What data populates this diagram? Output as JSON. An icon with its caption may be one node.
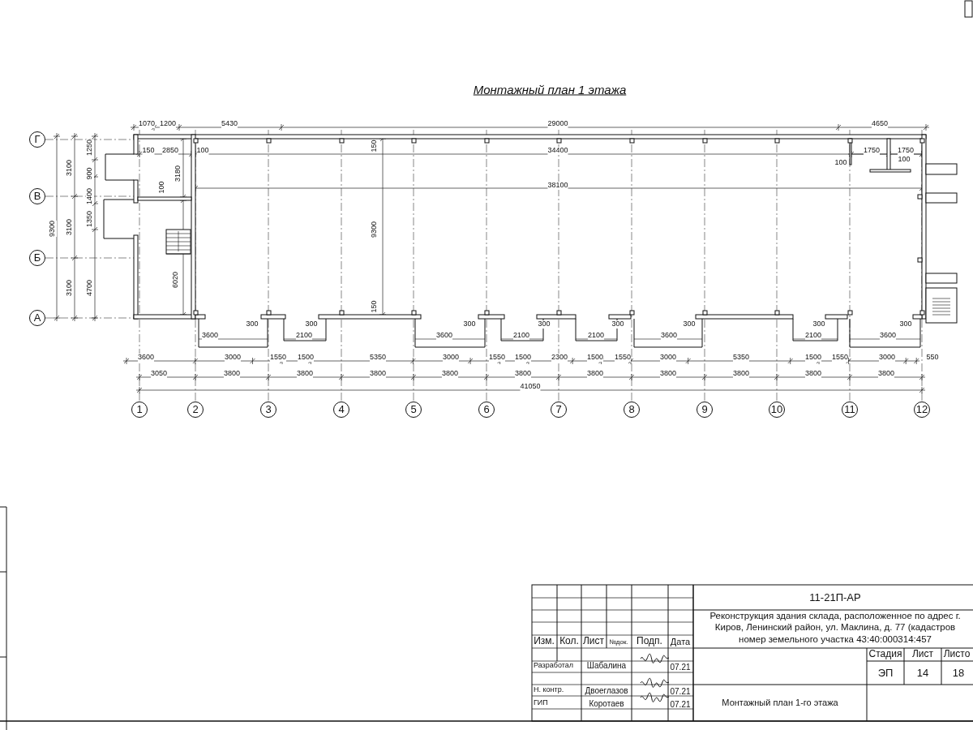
{
  "diagram": {
    "title": "Монтажный план 1 этажа",
    "nodes": [
      {
        "text": [
          "Г"
        ]
      },
      {
        "text": [
          "В"
        ]
      },
      {
        "text": [
          "Б"
        ]
      },
      {
        "text": [
          "А"
        ]
      },
      {
        "text": [
          "1"
        ]
      },
      {
        "text": [
          "2"
        ]
      },
      {
        "text": [
          "3"
        ]
      },
      {
        "text": [
          "4"
        ]
      },
      {
        "text": [
          "5"
        ]
      },
      {
        "text": [
          "6"
        ]
      },
      {
        "text": [
          "7"
        ]
      },
      {
        "text": [
          "8"
        ]
      },
      {
        "text": [
          "9"
        ]
      },
      {
        "text": [
          "10"
        ]
      },
      {
        "text": [
          "11"
        ]
      },
      {
        "text": [
          "12"
        ]
      }
    ],
    "labels": [
      "1070",
      "1200",
      "5430",
      "29000",
      "4650",
      "3100",
      "1250",
      "900",
      "9300",
      "1400",
      "1350",
      "3100",
      "3100",
      "4700",
      "150",
      "2850",
      "100",
      "150",
      "34400",
      "1750",
      "1750",
      "100",
      "100",
      "3180",
      "100",
      "38100",
      "9300",
      "6020",
      "150",
      "300",
      "300",
      "300",
      "300",
      "300",
      "300",
      "300",
      "300",
      "3600",
      "2100",
      "3600",
      "2100",
      "2100",
      "3600",
      "2100",
      "3600",
      "3600",
      "3000",
      "1550",
      "1500",
      "5350",
      "3000",
      "1550",
      "1500",
      "2300",
      "1500",
      "1550",
      "3000",
      "5350",
      "1500",
      "1550",
      "3000",
      "550",
      "3050",
      "3800",
      "3800",
      "3800",
      "3800",
      "3800",
      "3800",
      "3800",
      "3800",
      "3800",
      "3800",
      "41050",
      "11-21П-АР",
      "Реконструкция здания склада, расположенное по адрес г. Киров, Ленинский район, ул. Маклина, д. 77 (кадастров номер земельного участка 43:40:000314:457",
      "Изм.",
      "Кол.",
      "Лист",
      "№док.",
      "Подп.",
      "Дата",
      "Стадия",
      "Лист",
      "Листо",
      "Разработал",
      "Шабалина",
      "07.21",
      "ЭП",
      "14",
      "18",
      "Н. контр.",
      "Двоеглазов",
      "07.21",
      "ГИП",
      "Коротаев",
      "07.21",
      "Монтажный план 1-го этажа"
    ]
  }
}
